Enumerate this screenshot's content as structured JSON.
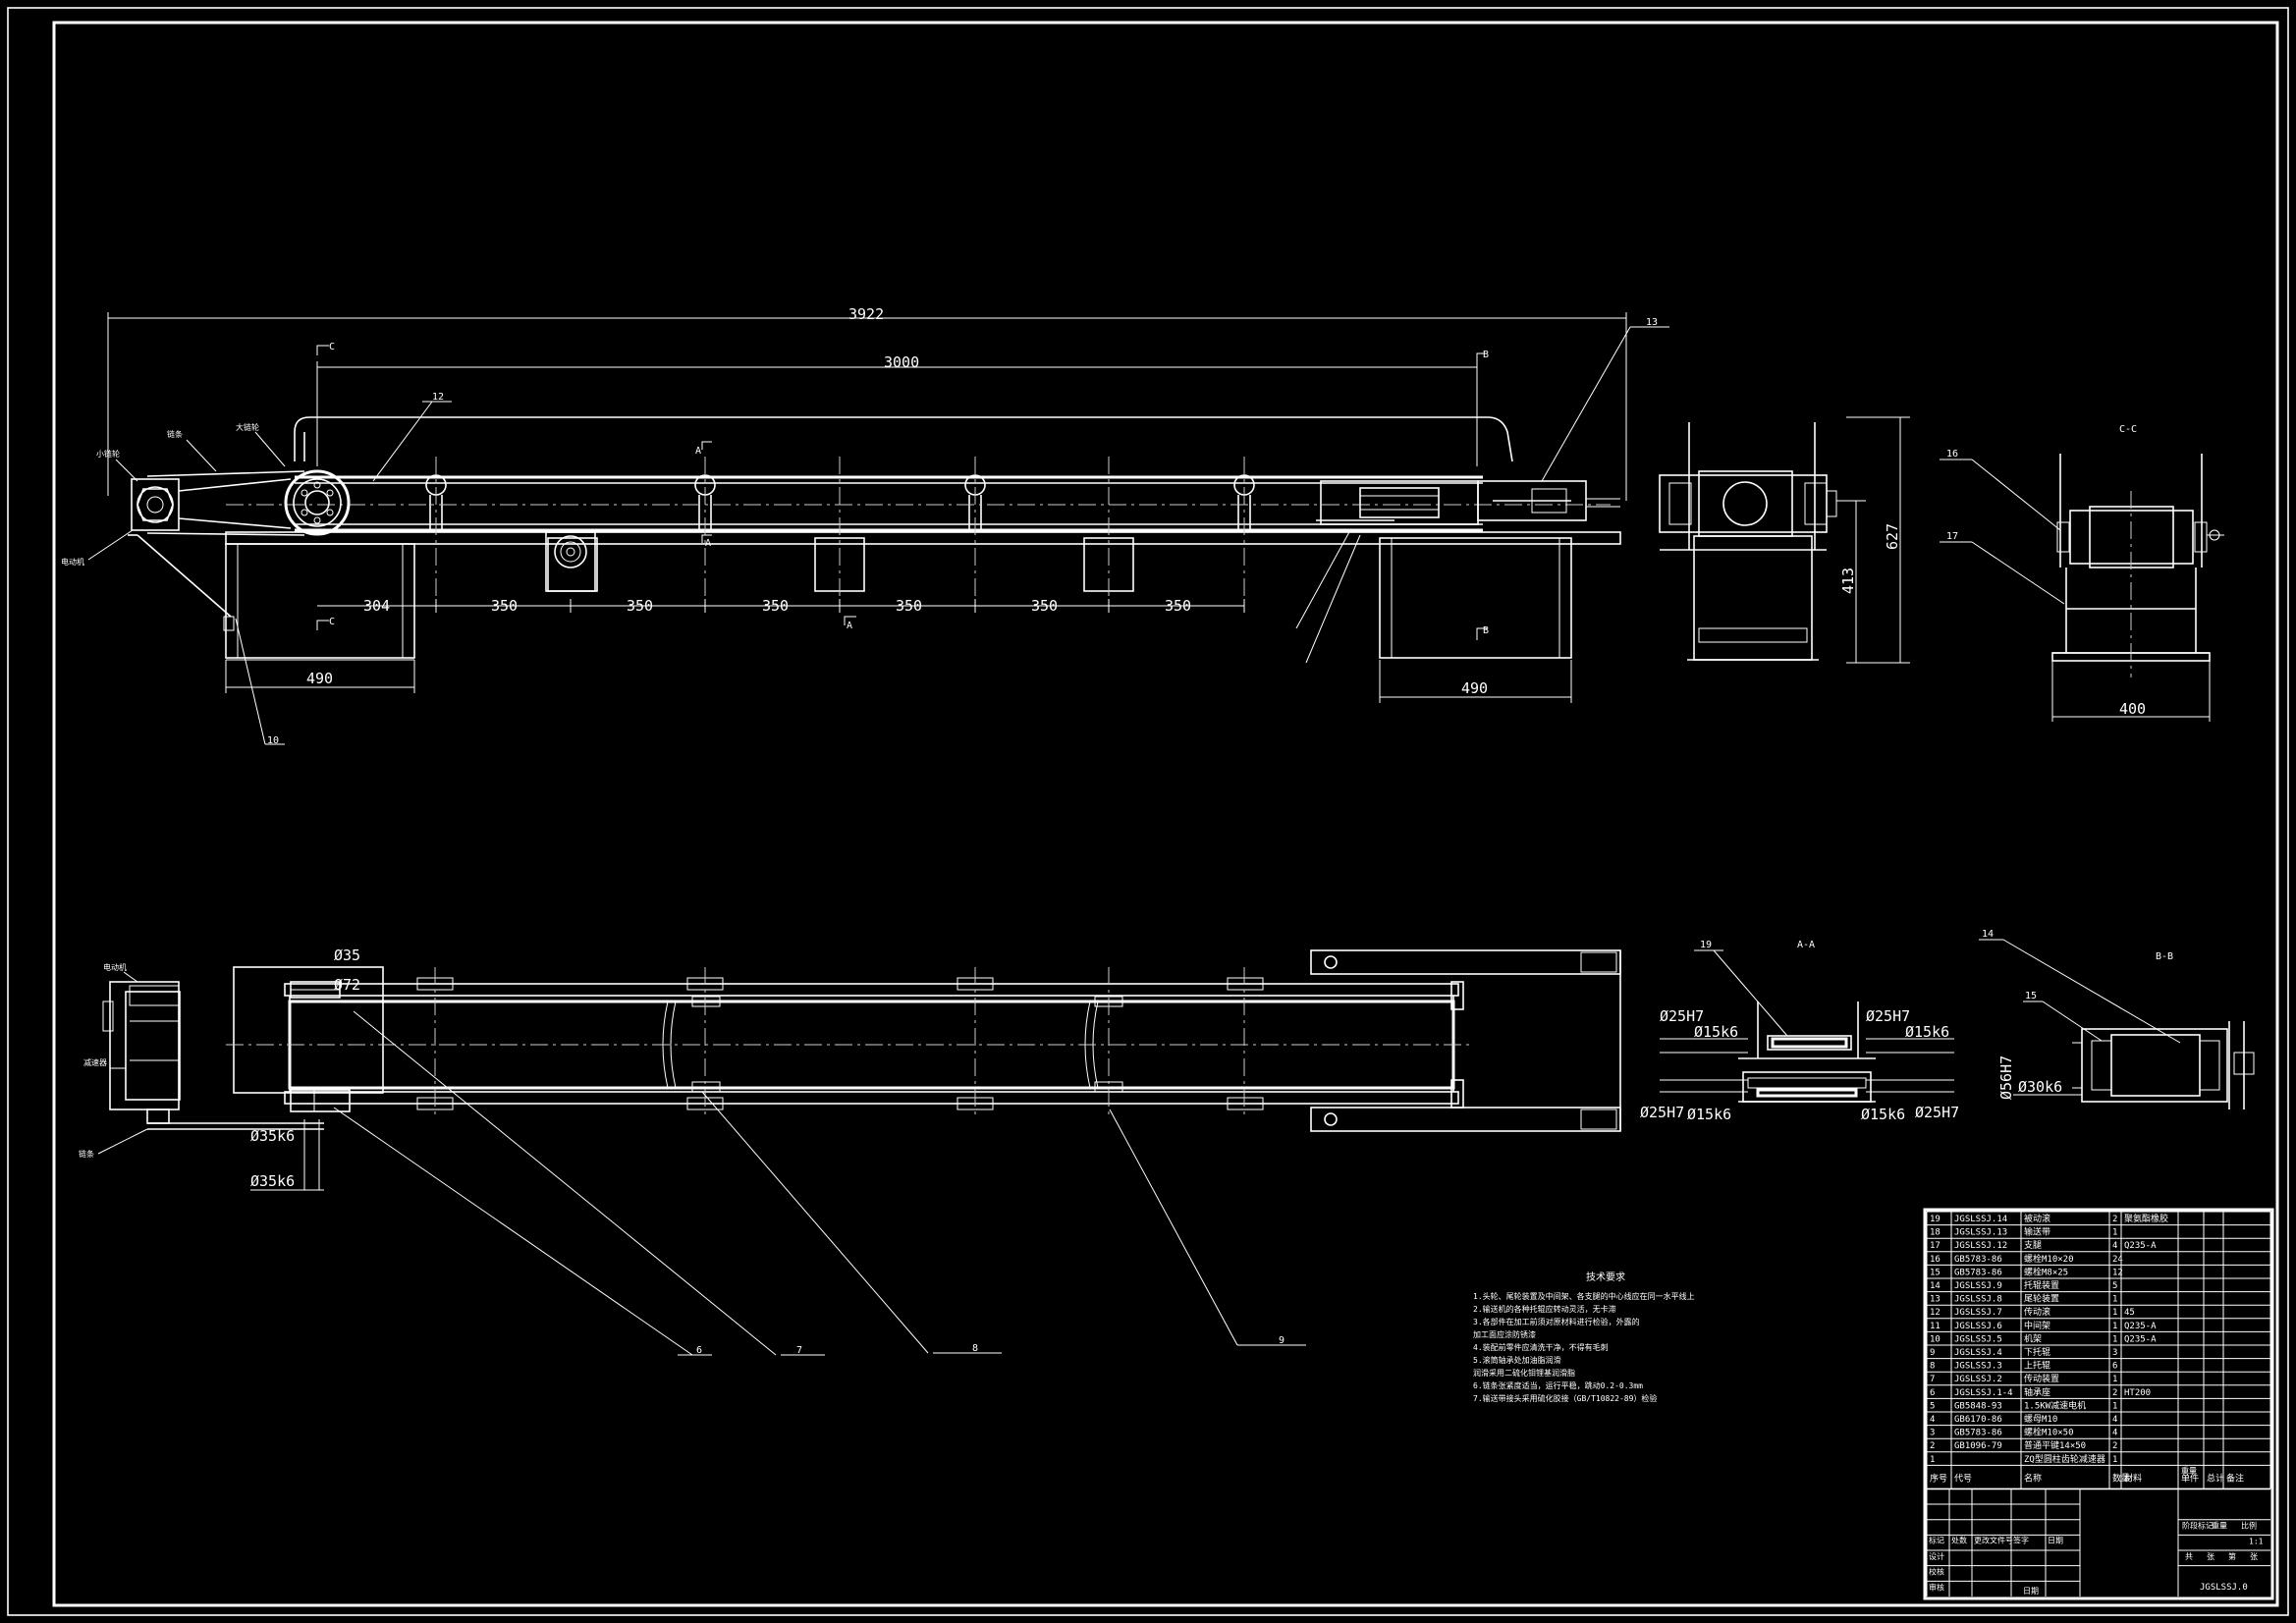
{
  "colors": {
    "background": "#000000",
    "lines": "#ffffff"
  },
  "dimensions": {
    "overall_length": "3922",
    "center_distance": "3000",
    "spacings": [
      "304",
      "350",
      "350",
      "350",
      "350",
      "350",
      "350"
    ],
    "left_frame_width": "490",
    "right_frame_width": "490",
    "side_total_height": "627",
    "side_frame_height": "413",
    "cc_width": "400"
  },
  "section_marks": {
    "c": "C",
    "b": "B",
    "a": "A"
  },
  "view_titles": {
    "aa": "A-A",
    "bb": "B-B",
    "cc": "C-C"
  },
  "callouts": {
    "n6": "6",
    "n7": "7",
    "n8": "8",
    "n9": "9",
    "n10": "10",
    "n12": "12",
    "n13": "13",
    "n14": "14",
    "n15": "15",
    "n16": "16",
    "n17": "17",
    "n19": "19"
  },
  "fits": {
    "d35_top": "Ø35",
    "d72": "Ø72",
    "d35k6_a": "Ø35k6",
    "d35k6_b": "Ø35k6",
    "d25h7_a": "Ø25H7",
    "d15k6_a": "Ø15k6",
    "d25h7_b": "Ø25H7",
    "d15k6_b": "Ø15k6",
    "d25h7_c": "Ø25H7",
    "d15k6_c": "Ø15k6",
    "d15k6_d": "Ø15k6",
    "d25h7_d": "Ø25H7",
    "d56h7": "Ø56H7",
    "d30k6": "Ø30k6"
  },
  "left_labels": [
    "小链轮",
    "链条",
    "大链轮",
    "电动机"
  ],
  "plan_left_labels": [
    "电动机",
    "减速器",
    "链条"
  ],
  "notes": {
    "title": "技术要求",
    "lines": [
      "1.头轮、尾轮装置及中间架、各支腿的中心线应在同一水平线上",
      "2.输送机的各种托辊应转动灵活，无卡滞",
      "3.各部件在加工前须对原材料进行检验，外露的",
      "  加工面应涂防锈漆",
      "4.装配前零件应清洗干净，不得有毛刺",
      "5.滚筒轴承处加油脂润滑",
      "  润滑采用二硫化钼锂基润滑脂",
      "6.链条张紧度适当，运行平稳，跳动0.2-0.3mm",
      "7.输送带接头采用硫化胶接（GB/T10822-89）检验"
    ]
  },
  "parts_table": {
    "rows": [
      [
        "19",
        "JGSLSSJ.14",
        "被动滚",
        "2",
        "聚氨酯橡胶",
        ""
      ],
      [
        "18",
        "JGSLSSJ.13",
        "输送带",
        "1",
        "",
        ""
      ],
      [
        "17",
        "JGSLSSJ.12",
        "支腿",
        "4",
        "Q235-A",
        ""
      ],
      [
        "16",
        "GB5783-86",
        "螺栓M10×20",
        "24",
        "",
        ""
      ],
      [
        "15",
        "GB5783-86",
        "螺栓M8×25",
        "12",
        "",
        ""
      ],
      [
        "14",
        "JGSLSSJ.9",
        "托辊装置",
        "5",
        "",
        ""
      ],
      [
        "13",
        "JGSLSSJ.8",
        "尾轮装置",
        "1",
        "",
        ""
      ],
      [
        "12",
        "JGSLSSJ.7",
        "传动滚",
        "1",
        "45",
        ""
      ],
      [
        "11",
        "JGSLSSJ.6",
        "中间架",
        "1",
        "Q235-A",
        ""
      ],
      [
        "10",
        "JGSLSSJ.5",
        "机架",
        "1",
        "Q235-A",
        ""
      ],
      [
        "9",
        "JGSLSSJ.4",
        "下托辊",
        "3",
        "",
        ""
      ],
      [
        "8",
        "JGSLSSJ.3",
        "上托辊",
        "6",
        "",
        ""
      ],
      [
        "7",
        "JGSLSSJ.2",
        "传动装置",
        "1",
        "",
        ""
      ],
      [
        "6",
        "JGSLSSJ.1-4",
        "轴承座",
        "2",
        "HT200",
        ""
      ],
      [
        "5",
        "GB5848-93",
        "1.5KW减速电机",
        "1",
        "",
        ""
      ],
      [
        "4",
        "GB6170-86",
        "螺母M10",
        "4",
        "",
        ""
      ],
      [
        "3",
        "GB5783-86",
        "螺栓M10×50",
        "4",
        "",
        ""
      ],
      [
        "2",
        "GB1096-79",
        "普通平键14×50",
        "2",
        "",
        ""
      ],
      [
        "1",
        "",
        "ZQ型圆柱齿轮减速器",
        "1",
        "",
        ""
      ]
    ],
    "header": [
      "序号",
      "代号",
      "名称",
      "数量",
      "材料",
      "单件",
      "总计",
      "备注"
    ],
    "header_weight": "重量"
  },
  "title_block": {
    "row_marks": [
      "标记",
      "处数",
      "更改文件号",
      "签字",
      "日期"
    ],
    "roles": [
      "设计",
      "校核",
      "审核"
    ],
    "stage": [
      "阶段标记",
      "重量",
      "比例"
    ],
    "scale": "1:1",
    "sheet": [
      "共",
      "张",
      "第",
      "张"
    ],
    "approve": "日期",
    "drawing_no": "JGSLSSJ.0"
  }
}
